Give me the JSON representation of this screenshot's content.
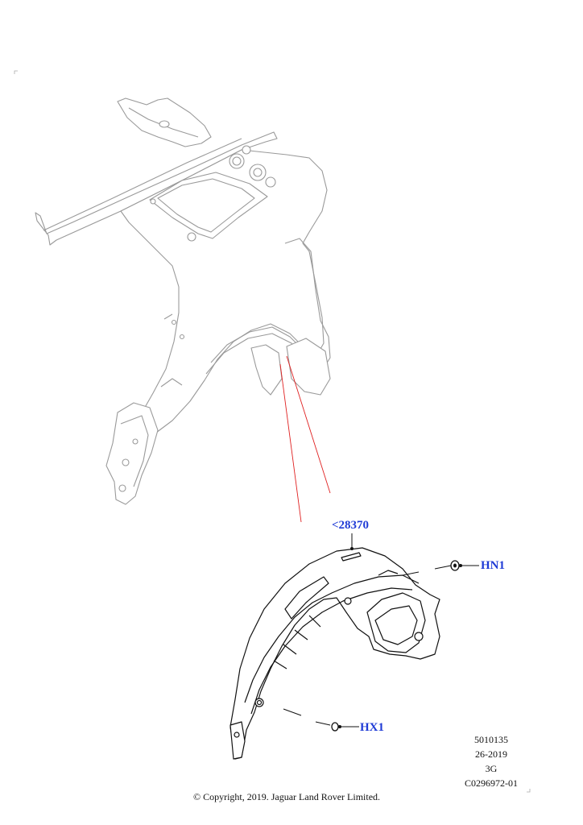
{
  "callouts": {
    "wheel_liner": "<28370",
    "nut": "HN1",
    "screw": "HX1"
  },
  "references": [
    "5010135",
    "26-2019",
    "3G",
    "C0296972-01"
  ],
  "copyright": "© Copyright, 2019. Jaguar Land Rover Limited.",
  "colors": {
    "callout_text": "#1f3bd6",
    "leader_line": "#e02020",
    "body_outline": "#9a9a9a",
    "part_outline": "#111111"
  }
}
